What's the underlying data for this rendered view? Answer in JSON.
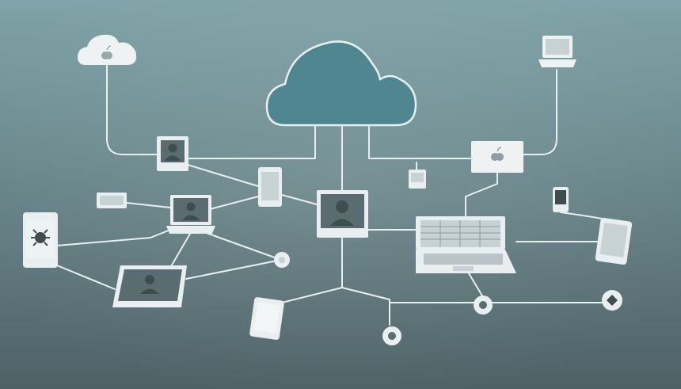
{
  "scene": {
    "background_top": "#7fa3a8",
    "background_bottom": "#4e6266",
    "link_color": "#e8eff0",
    "cloud_color": "#4f8690",
    "device_body": "#e9eef0",
    "device_screen": "#c7d2d5",
    "screen_dark": "#5a6c70",
    "avatar_color": "#3f4d51"
  },
  "nodes": [
    {
      "name": "central-cloud",
      "icon": "cloud-icon"
    },
    {
      "name": "apple-cloud",
      "icon": "apple-logo-icon"
    },
    {
      "name": "laptop-top-right",
      "icon": "laptop-icon"
    },
    {
      "name": "monitor-user-top-left",
      "icon": "user-icon"
    },
    {
      "name": "monitor-apple",
      "icon": "apple-logo-icon"
    },
    {
      "name": "phone-center",
      "icon": "phone-icon"
    },
    {
      "name": "monitor-center-user",
      "icon": "user-icon"
    },
    {
      "name": "laptop-user-left",
      "icon": "user-icon"
    },
    {
      "name": "tablet-bug",
      "icon": "bug-icon"
    },
    {
      "name": "laptop-spreadsheet",
      "icon": "spreadsheet-icon"
    },
    {
      "name": "tablet-user-bottom",
      "icon": "user-icon"
    },
    {
      "name": "phone-bottom",
      "icon": "phone-icon"
    },
    {
      "name": "hub-nodes",
      "icon": "hub-icon"
    }
  ]
}
